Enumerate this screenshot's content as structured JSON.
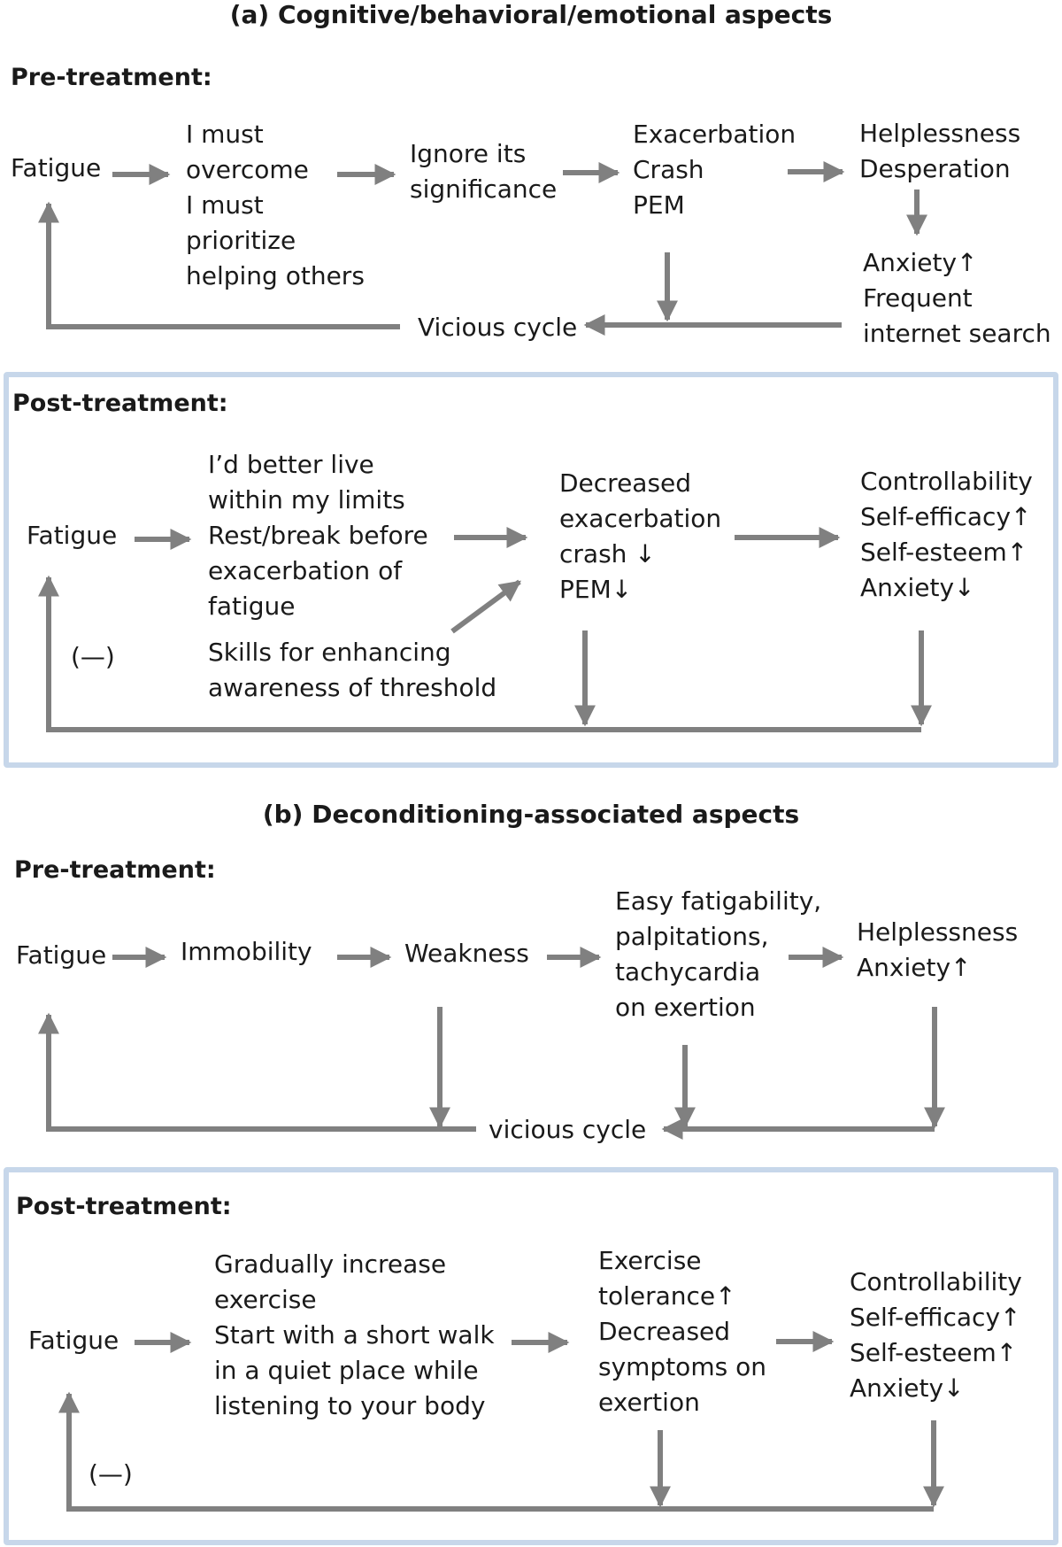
{
  "section_a": {
    "title": "(a) Cognitive/behavioral/emotional aspects",
    "pre": {
      "label": "Pre-treatment:",
      "fatigue": "Fatigue",
      "belief": [
        "I must",
        "overcome",
        "I must",
        "prioritize",
        "helping others"
      ],
      "ignore": [
        "Ignore its",
        "significance"
      ],
      "exacerbation": [
        "Exacerbation",
        "Crash",
        "PEM"
      ],
      "helplessness": [
        "Helplessness",
        "Desperation"
      ],
      "anxiety": [
        "Anxiety↑",
        "Frequent",
        "internet search"
      ],
      "cycle": "Vicious cycle"
    },
    "post": {
      "label": "Post-treatment:",
      "fatigue": "Fatigue",
      "strategy": [
        "I’d better live",
        "within my limits",
        "Rest/break before",
        "exacerbation of",
        "fatigue"
      ],
      "skills": [
        "Skills for enhancing",
        "awareness of threshold"
      ],
      "decreased": [
        "Decreased",
        "exacerbation",
        "crash ↓",
        "PEM↓"
      ],
      "outcomes": [
        "Controllability",
        "Self-efficacy↑",
        "Self-esteem↑",
        "Anxiety↓"
      ],
      "negative": "(—)"
    }
  },
  "section_b": {
    "title": "(b) Deconditioning-associated aspects",
    "pre": {
      "label": "Pre-treatment:",
      "fatigue": "Fatigue",
      "immobility": "Immobility",
      "weakness": "Weakness",
      "symptoms": [
        "Easy fatigability,",
        "palpitations,",
        "tachycardia",
        "on exertion"
      ],
      "helplessness": [
        "Helplessness",
        "Anxiety↑"
      ],
      "cycle": "vicious cycle"
    },
    "post": {
      "label": "Post-treatment:",
      "fatigue": "Fatigue",
      "exercise": [
        "Gradually increase",
        "exercise",
        "Start with a short walk",
        "in a quiet place while",
        "listening to your body"
      ],
      "tolerance": [
        "Exercise",
        "tolerance↑",
        "Decreased",
        "symptoms on",
        "exertion"
      ],
      "outcomes": [
        "Controllability",
        "Self-efficacy↑",
        "Self-esteem↑",
        "Anxiety↓"
      ],
      "negative": "(—)"
    }
  },
  "colors": {
    "arrow": "#808080",
    "box_border": "#c7d7ea"
  }
}
